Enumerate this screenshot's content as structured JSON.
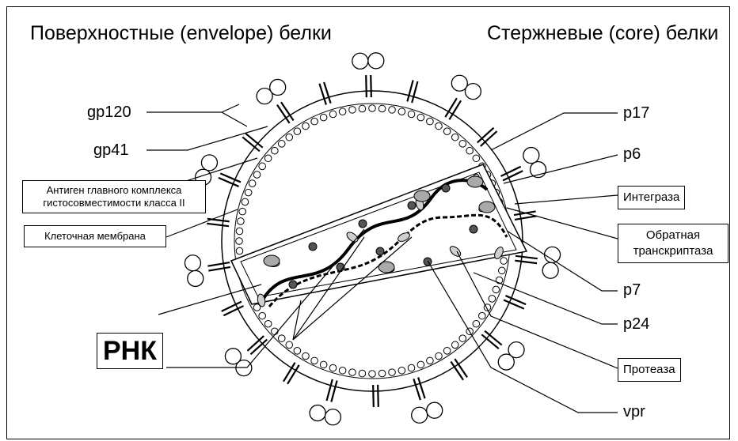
{
  "headings": {
    "left": "Поверхностные (envelope) белки",
    "right": "Стержневые (core) белки"
  },
  "labels_left": {
    "gp120": "gp120",
    "gp41": "gp41",
    "mhc": "Антиген главного комплекса гистосовместимости класса II",
    "mhc_line1": "Антиген главного комплекса",
    "mhc_line2": "гистосовместимости класса II",
    "membrane": "Клеточная мембрана",
    "rna": "РНК"
  },
  "labels_right": {
    "p17": "p17",
    "p6": "p6",
    "integrase": "Интеграза",
    "rt_line1": "Обратная",
    "rt_line2": "транскриптаза",
    "p7": "p7",
    "p24": "p24",
    "protease": "Протеаза",
    "vpr": "vpr"
  }
}
